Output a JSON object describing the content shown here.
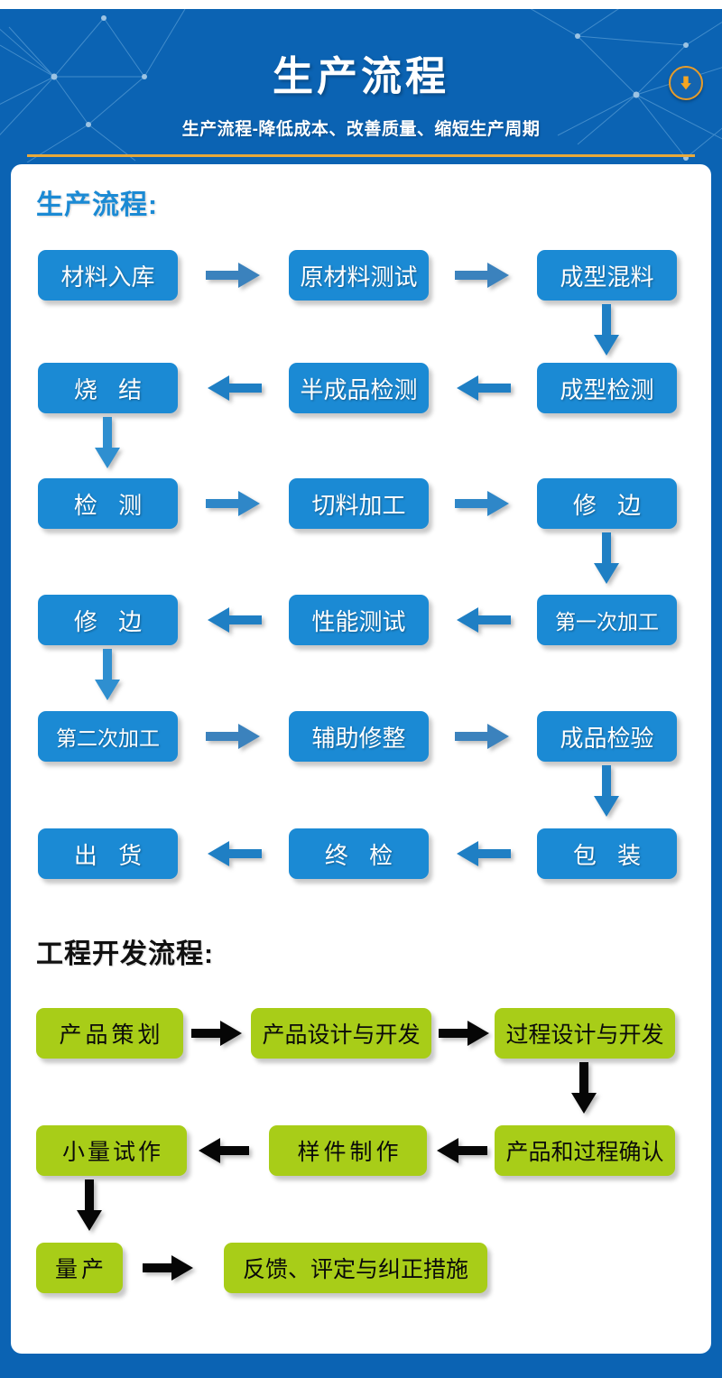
{
  "header": {
    "title": "生产流程",
    "subtitle": "生产流程-降低成本、改善质量、缩短生产周期",
    "download_icon": "circle-arrow-down-icon",
    "accent_gold": "#e8a93b",
    "background": "#0b63b3"
  },
  "sections": [
    {
      "id": "production",
      "heading": "生产流程:",
      "heading_color": "#1b8ad4",
      "node_color": "#1b8ad4",
      "node_text_color": "#ffffff",
      "arrow_color": "#2f7fb8",
      "nodes": [
        "材料入库",
        "原材料测试",
        "成型混料",
        "成型检测",
        "半成品检测",
        "烧  结",
        "检  测",
        "切料加工",
        "修  边",
        "第一次加工",
        "性能测试",
        "修  边",
        "第二次加工",
        "辅助修整",
        "成品检验",
        "包  装",
        "终  检",
        "出  货"
      ]
    },
    {
      "id": "engineering",
      "heading": "工程开发流程:",
      "heading_color": "#111111",
      "node_color": "#a8cd18",
      "node_text_color": "#0a0a0a",
      "arrow_color": "#000000",
      "nodes": [
        "产品策划",
        "产品设计与开发",
        "过程设计与开发",
        "产品和过程确认",
        "样件制作",
        "小量试作",
        "量产",
        "反馈、评定与纠正措施"
      ]
    }
  ]
}
